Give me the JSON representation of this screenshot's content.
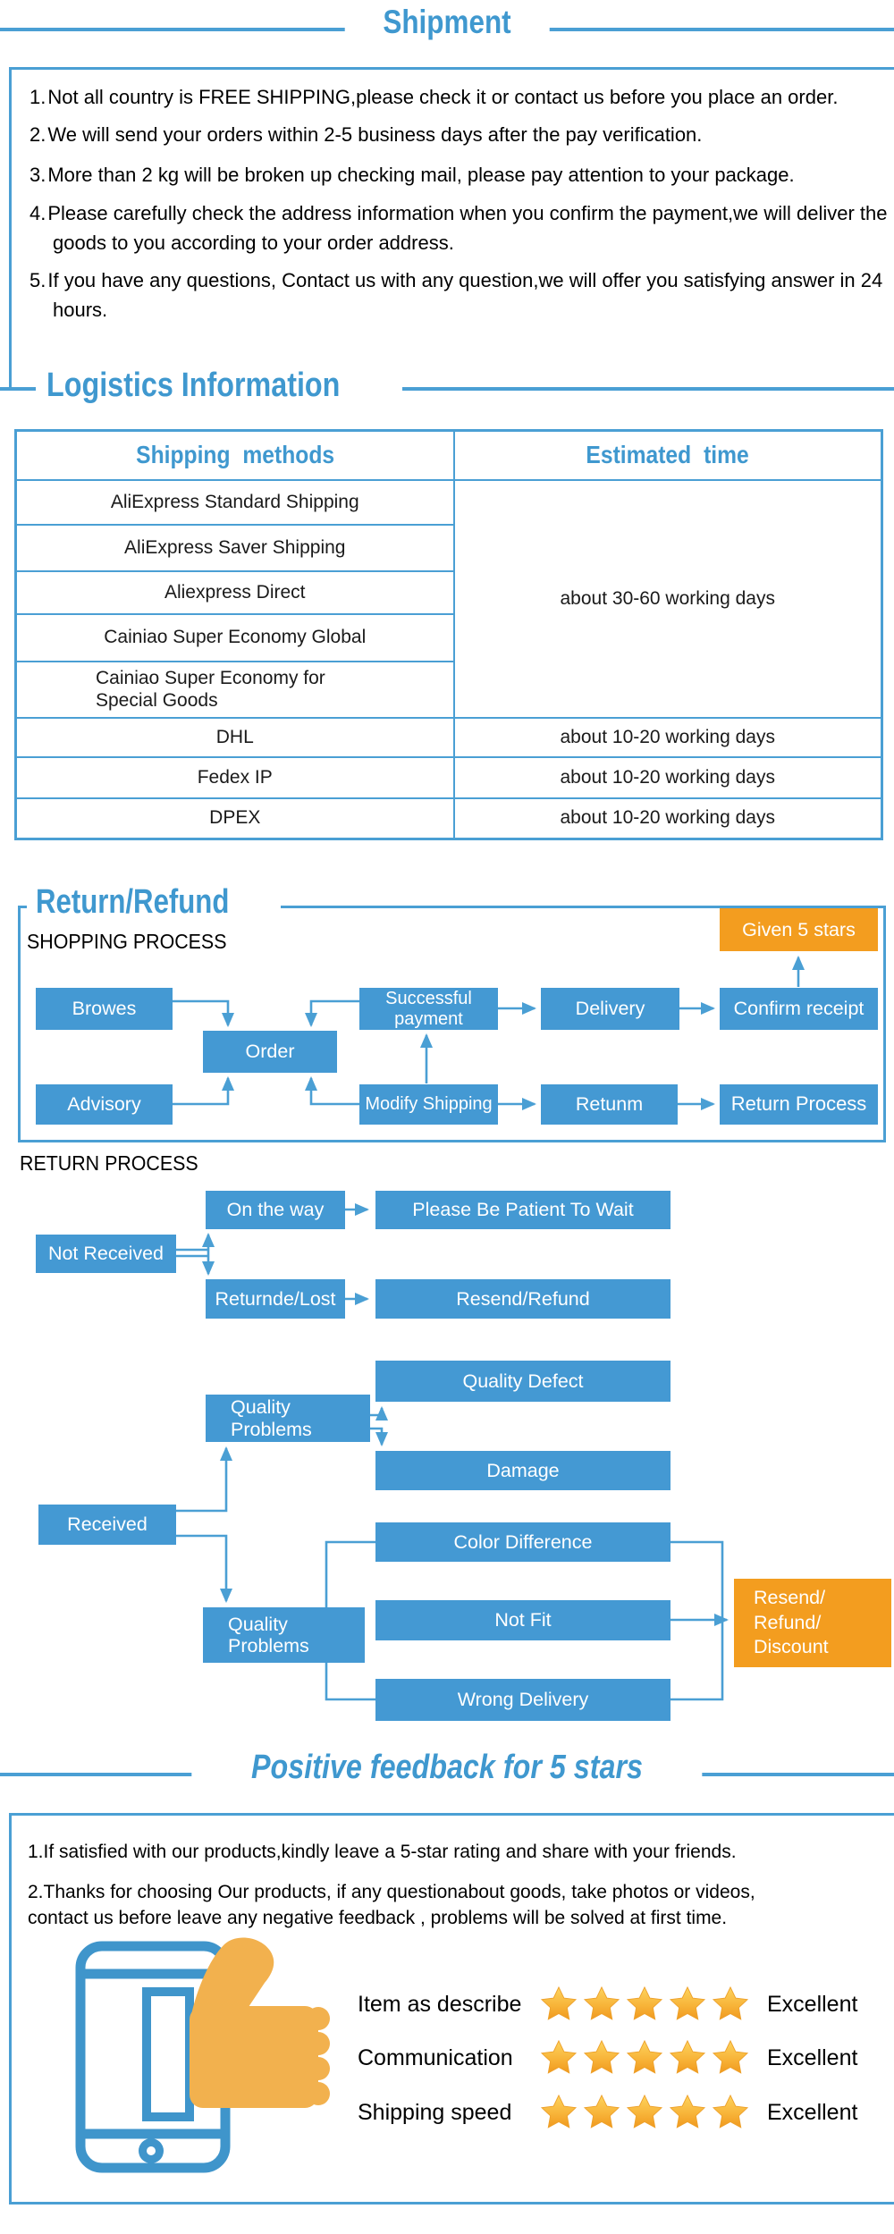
{
  "colors": {
    "blue_fill": "#4499d3",
    "blue_line": "#4a9fd4",
    "blue_heading": "#3f98cf",
    "orange": "#f39d1f",
    "thumb_orange": "#f2b14e",
    "star_light": "#fdd45e",
    "star_dark": "#f0991e",
    "text": "#000000"
  },
  "shipment": {
    "title": "Shipment",
    "items": [
      {
        "num": "1.",
        "text": "Not all country is FREE SHIPPING,please check it or contact us before you place an order."
      },
      {
        "num": "2.",
        "text": "We will send your orders within 2-5 business days after the pay verification."
      },
      {
        "num": "3.",
        "text": "More than 2 kg will be broken up checking mail, please pay attention to your package."
      },
      {
        "num": "4.",
        "text": "Please carefully check the address information when you confirm the payment,we will deliver the goods to you according to your order address."
      },
      {
        "num": "5.",
        "text": "If you have any questions, Contact us with any question,we will offer you satisfying answer in 24 hours."
      }
    ]
  },
  "logistics": {
    "title": "Logistics Information",
    "columns": [
      "Shipping methods",
      "Estimated time"
    ],
    "group_methods": [
      "AliExpress Standard Shipping",
      "AliExpress Saver Shipping",
      "Aliexpress Direct",
      "Cainiao Super Economy Global",
      "Cainiao Super Economy for\nSpecial Goods"
    ],
    "group_time": "about 30-60 working days",
    "rows": [
      {
        "method": "DHL",
        "time": "about 10-20 working days"
      },
      {
        "method": "Fedex IP",
        "time": "about 10-20 working days"
      },
      {
        "method": "DPEX",
        "time": "about 10-20 working days"
      }
    ]
  },
  "flow": {
    "title": "Return/Refund",
    "shopping_label": "SHOPPING PROCESS",
    "return_label": "RETURN PROCESS",
    "given_stars": "Given 5 stars",
    "browes": "Browes",
    "order": "Order",
    "advisory": "Advisory",
    "successful_payment": "Successful payment",
    "delivery": "Delivery",
    "confirm_receipt": "Confirm receipt",
    "modify_shipping": "Modify Shipping",
    "retunm": "Retunm",
    "return_process": "Return Process",
    "not_received": "Not Received",
    "on_the_way": "On the way",
    "be_patient": "Please Be Patient To Wait",
    "returnde_lost": "Returnde/Lost",
    "resend_refund": "Resend/Refund",
    "quality_problems_1": "Quality Problems",
    "quality_defect": "Quality Defect",
    "damage": "Damage",
    "received": "Received",
    "color_difference": "Color Difference",
    "quality_problems_2": "Quality Problems",
    "not_fit": "Not Fit",
    "wrong_delivery": "Wrong Delivery",
    "resend_refund_discount": "Resend/\nRefund/\nDiscount"
  },
  "feedback": {
    "title": "Positive feedback for 5 stars",
    "items": [
      "1.If satisfied with our products,kindly leave a 5-star rating and share with your friends.",
      "2.Thanks for choosing Our products, if any questionabout goods, take photos or videos,\ncontact us before leave any negative feedback , problems will be solved at first time."
    ],
    "ratings": [
      {
        "label": "Item as describe",
        "stars": 5,
        "value": "Excellent"
      },
      {
        "label": "Communication",
        "stars": 5,
        "value": "Excellent"
      },
      {
        "label": "Shipping speed",
        "stars": 5,
        "value": "Excellent"
      }
    ]
  }
}
